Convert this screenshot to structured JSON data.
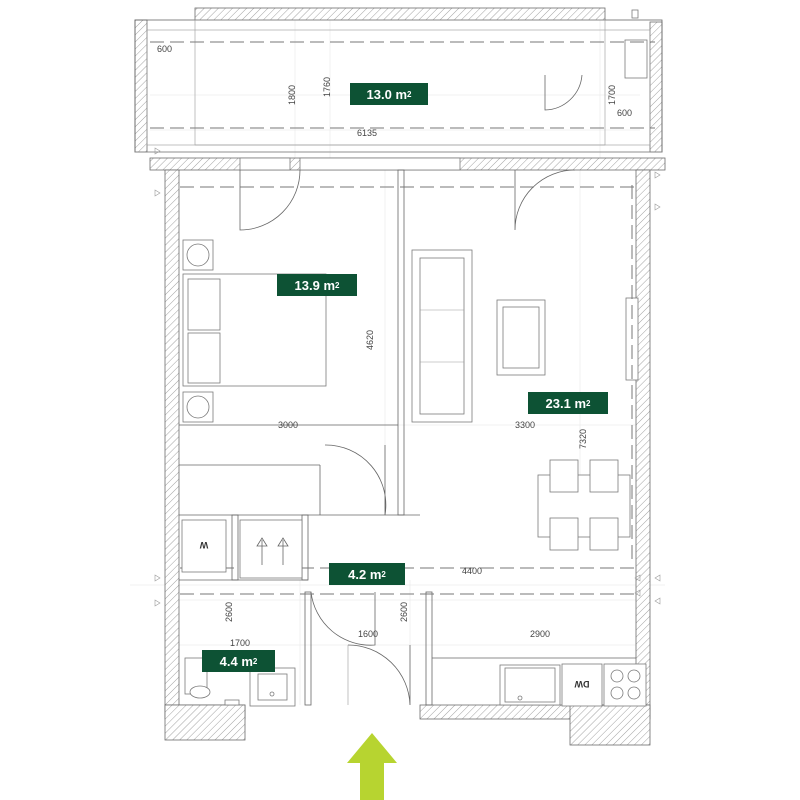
{
  "colors": {
    "area_label_bg": "#0d5234",
    "entrance_arrow": "#b7d430",
    "wall_stroke": "#6b6b6b"
  },
  "rooms": {
    "balcony": {
      "area": "13.0 m",
      "unit_sup": "2"
    },
    "bedroom": {
      "area": "13.9 m",
      "unit_sup": "2"
    },
    "living": {
      "area": "23.1 m",
      "unit_sup": "2"
    },
    "hall": {
      "area": "4.2 m",
      "unit_sup": "2"
    },
    "bathroom": {
      "area": "4.4 m",
      "unit_sup": "2"
    }
  },
  "dimensions": {
    "balcony_left_600": "600",
    "balcony_1800": "1800",
    "balcony_1760": "1760",
    "balcony_1700": "1700",
    "balcony_right_600": "600",
    "balcony_width": "6135",
    "bedroom_depth": "4620",
    "bedroom_width": "3000",
    "living_width": "3300",
    "living_depth": "7320",
    "hall_width": "4400",
    "bath_depth": "2600",
    "hall_depth": "2600",
    "bath_width": "1700",
    "hall_inner_width": "1600",
    "kitchen_width": "2900"
  },
  "appliances": {
    "washer": "W",
    "dishwasher": "DW"
  }
}
